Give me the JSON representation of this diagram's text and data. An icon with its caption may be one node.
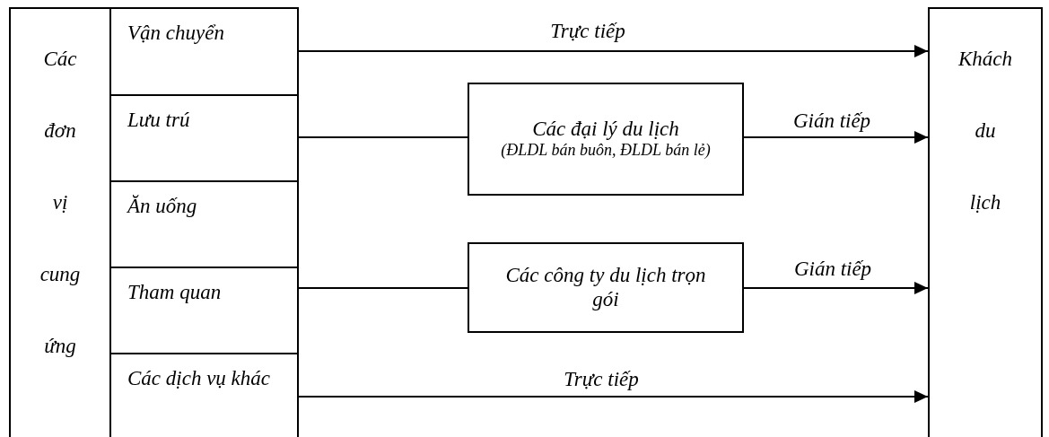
{
  "diagram": {
    "nodes": [
      {
        "text": [
          "Các đơn vị cung ứng"
        ]
      },
      {
        "text": [
          "Vận chuyển"
        ]
      },
      {
        "text": [
          "Lưu trú"
        ]
      },
      {
        "text": [
          "Ăn uống"
        ]
      },
      {
        "text": [
          "Tham quan"
        ]
      },
      {
        "text": [
          "Các dịch vụ khác"
        ]
      },
      {
        "text": [
          "Các đại lý du lịch",
          "(ĐLDL bán buôn, ĐLDL bán lẻ)"
        ]
      },
      {
        "text": [
          "Các công ty du lịch trọn gói"
        ]
      },
      {
        "text": [
          "Khách du lịch"
        ]
      }
    ],
    "edges": [
      {
        "from": 1,
        "to": 8,
        "arrow": "to",
        "label": "Trực tiếp"
      },
      {
        "from": 2,
        "to": 6,
        "arrow": "none"
      },
      {
        "from": 6,
        "to": 8,
        "arrow": "to",
        "label": "Gián tiếp"
      },
      {
        "from": 4,
        "to": 7,
        "arrow": "none"
      },
      {
        "from": 7,
        "to": 8,
        "arrow": "to",
        "label": "Gián tiếp"
      },
      {
        "from": 5,
        "to": 8,
        "arrow": "to",
        "label": "Trực tiếp"
      }
    ]
  }
}
